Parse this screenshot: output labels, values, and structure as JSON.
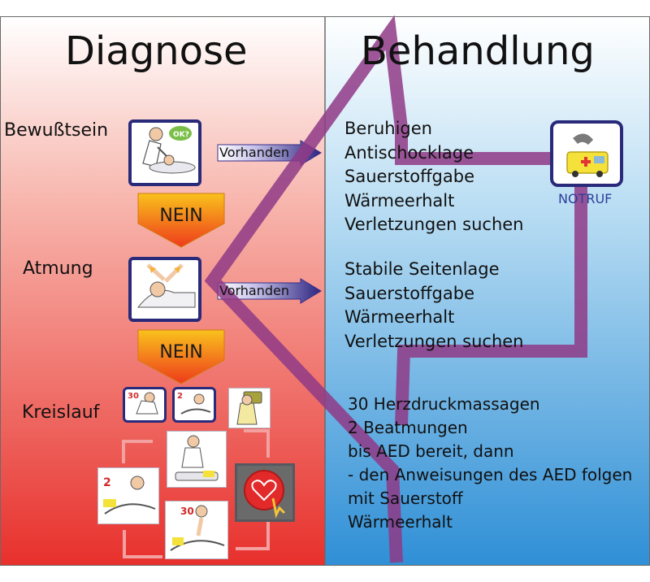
{
  "headings": {
    "left": "Diagnose",
    "right": "Behandlung"
  },
  "steps": {
    "consciousness": "Bewußtsein",
    "breathing": "Atmung",
    "circulation": "Kreislauf"
  },
  "arrows": {
    "present_1": "Vorhanden",
    "present_2": "Vorhanden"
  },
  "no_labels": {
    "no_1": "NEIN",
    "no_2": "NEIN"
  },
  "pictogram_text": {
    "ok": "OK?",
    "n30a": "30",
    "n2a": "2",
    "n2b": "2",
    "n30b": "30"
  },
  "emergency": {
    "label": "NOTRUF",
    "icon": "phone-ambulance-icon"
  },
  "treatment_conscious": [
    "Beruhigen",
    "Antischocklage",
    "Sauerstoffgabe",
    "Wärmeerhalt",
    "Verletzungen suchen"
  ],
  "treatment_breathing": [
    "Stabile Seitenlage",
    "Sauerstoffgabe",
    "Wärmeerhalt",
    "Verletzungen suchen"
  ],
  "treatment_circulation": [
    "30 Herzdruckmassagen",
    "2 Beatmungen",
    "bis AED bereit, dann",
    "- den Anweisungen des AED folgen",
    "mit Sauerstoff",
    "Wärmeerhalt"
  ],
  "colors": {
    "left_top": "#ffffff",
    "left_bottom": "#e8302c",
    "right_top": "#ffffff",
    "right_bottom": "#2f8fd6",
    "path": "#8f3a86",
    "card_border": "#2a2a7a",
    "arrow_bar": "#3a2d8a",
    "nein_fill": "#f6a21a"
  }
}
